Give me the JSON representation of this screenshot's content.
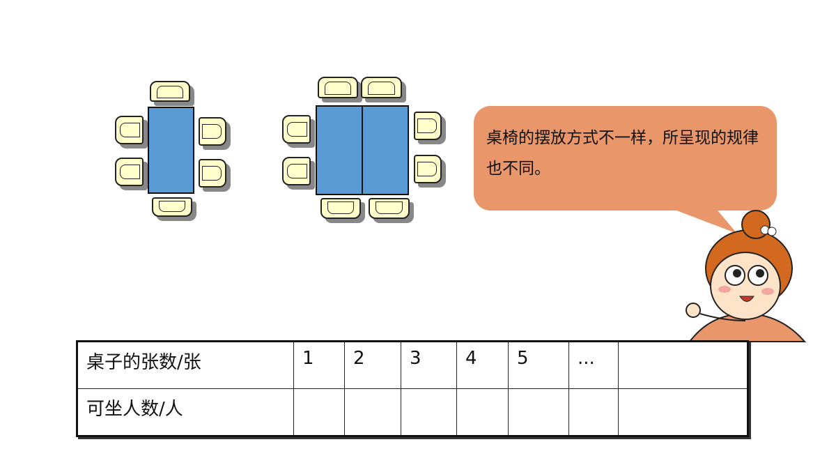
{
  "bubble": {
    "text": "桌椅的摆放方式不一样，所呈现的规律也不同。"
  },
  "table": {
    "row_headers": [
      "桌子的张数/张",
      "可坐人数/人"
    ],
    "counts": [
      "1",
      "2",
      "3",
      "4",
      "5",
      "...",
      ""
    ],
    "seats": [
      "",
      "",
      "",
      "",
      "",
      "",
      ""
    ]
  },
  "colors": {
    "table": "#5B9BD5",
    "chair": "#FFFFCC",
    "bubble": "#E9966B"
  }
}
